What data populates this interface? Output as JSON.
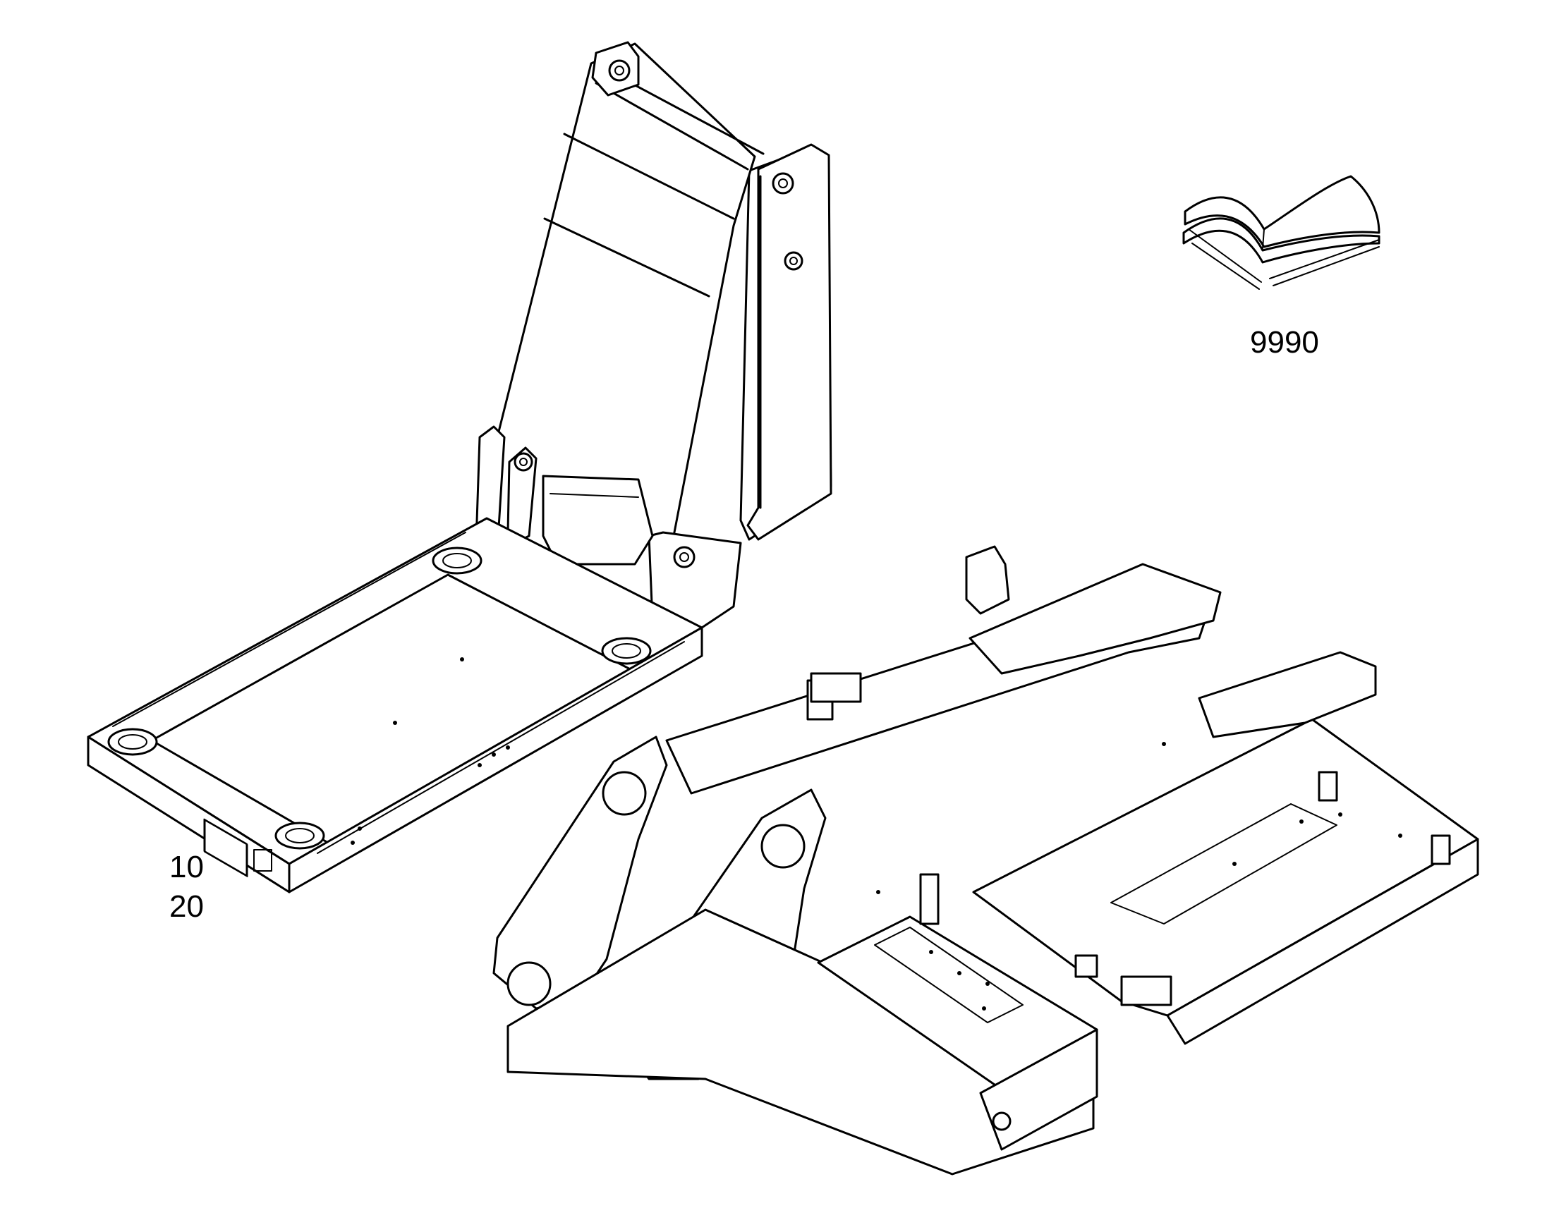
{
  "callouts": {
    "part_10": "10",
    "part_20": "20",
    "part_9990": "9990"
  },
  "icons": {
    "manual": "open-book-icon"
  },
  "colors": {
    "line": "#000000",
    "background": "#ffffff"
  }
}
